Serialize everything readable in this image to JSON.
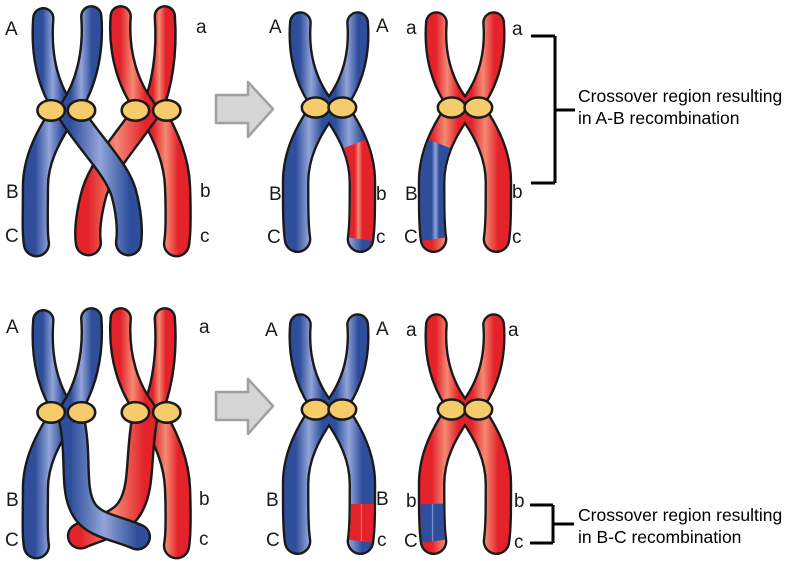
{
  "title": "Crossover and recombination diagram",
  "colors": {
    "chromosome_blue_dark": "#2E4E9C",
    "chromosome_blue_light": "#93A4D8",
    "chromosome_red_dark": "#E3222A",
    "chromosome_red_light": "#F48972",
    "centromere_fill": "#F6CB6B",
    "outline": "#1A1A1A",
    "arrow_fill": "#D5D5D5",
    "arrow_stroke": "#A0A0A0"
  },
  "rows": [
    {
      "tetrad_labels": [
        "A",
        "a",
        "B",
        "b",
        "C",
        "c"
      ],
      "product1_labels": [
        "A",
        "A",
        "B",
        "b",
        "C",
        "c"
      ],
      "product2_labels": [
        "a",
        "a",
        "B",
        "b",
        "C",
        "c"
      ],
      "annotation_line1": "Crossover region resulting",
      "annotation_line2": "in A-B recombination"
    },
    {
      "tetrad_labels": [
        "A",
        "a",
        "B",
        "b",
        "C",
        "c"
      ],
      "product1_labels": [
        "A",
        "A",
        "B",
        "B",
        "C",
        "c"
      ],
      "product2_labels": [
        "a",
        "a",
        "b",
        "b",
        "C",
        "c"
      ],
      "annotation_line1": "Crossover region resulting",
      "annotation_line2": "in B-C recombination"
    }
  ]
}
